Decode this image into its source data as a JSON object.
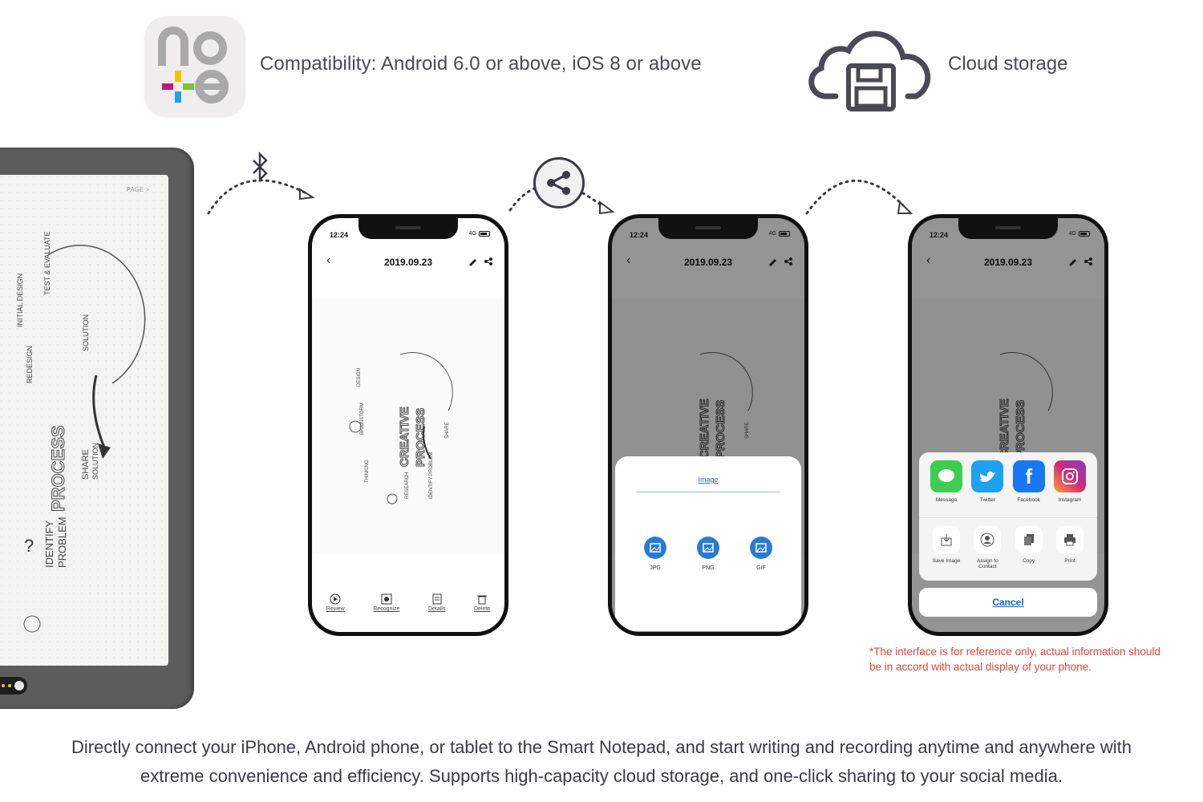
{
  "header": {
    "compatibility_text": "Compatibility: Android 6.0 or above, iOS 8 or above",
    "cloud_text": "Cloud storage",
    "app_logo_text": "no e"
  },
  "tablet": {
    "page_label": "PAGE >"
  },
  "phone": {
    "time": "12:24",
    "signal": "4G",
    "date_title": "2019.09.23",
    "toolbar": [
      "Review",
      "Recognize",
      "Details",
      "Delete"
    ]
  },
  "export_sheet": {
    "title": "Image",
    "formats": [
      "JPG",
      "PNG",
      "GIF"
    ]
  },
  "share_sheet": {
    "apps": [
      {
        "label": "Message",
        "color": "#3fcd4f"
      },
      {
        "label": "Twitter",
        "color": "#1da1f2"
      },
      {
        "label": "Facebook",
        "color": "#1877f2"
      },
      {
        "label": "Instagram",
        "color": "#d62976"
      }
    ],
    "actions": [
      "Save Image",
      "Assign to Contact",
      "Copy",
      "Print"
    ],
    "cancel": "Cancel"
  },
  "disclaimer": "*The interface is for reference only, actual information should be in accord with actual display of your phone.",
  "caption": "Directly connect your iPhone, Android phone, or tablet to the Smart Notepad, and start writing and recording anytime and anywhere with extreme convenience and efficiency. Supports high-capacity cloud storage, and one-click sharing to your social media.",
  "colors": {
    "accent_blue": "#2b7bd0",
    "disclaimer_red": "#e0453c",
    "text_dark": "#3a3a46"
  }
}
